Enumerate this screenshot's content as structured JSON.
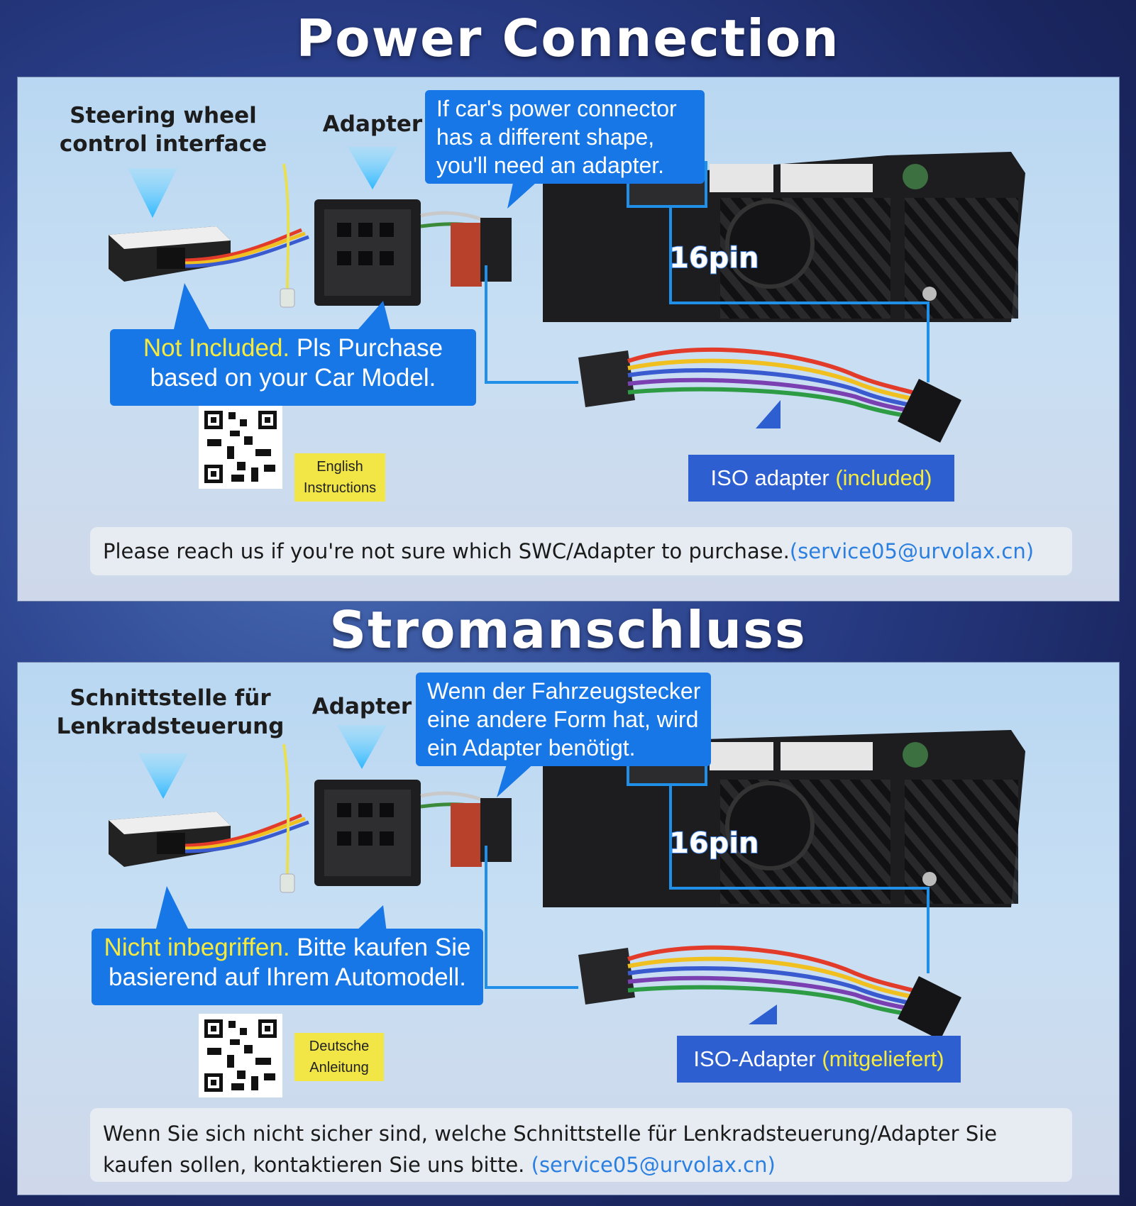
{
  "sections": [
    {
      "title": "Power Connection",
      "swc_label": [
        "Steering wheel",
        "control interface"
      ],
      "adapter_label": "Adapter",
      "adapter_note": [
        "If car's power connector",
        "has a different shape,",
        "you'll need an adapter."
      ],
      "pin_label": "16pin",
      "not_included_highlight": "Not Included.",
      "not_included_rest": " Pls Purchase",
      "not_included_line2": "based on your Car Model.",
      "iso_label": "ISO adapter ",
      "iso_included": "(included)",
      "instructions": [
        "English",
        "Instructions"
      ],
      "contact_text": "Please reach us if you're not sure which SWC/Adapter to purchase.",
      "contact_email": "(service05@urvolax.cn)"
    },
    {
      "title": "Stromanschluss",
      "swc_label": [
        "Schnittstelle für",
        "Lenkradsteuerung"
      ],
      "adapter_label": "Adapter",
      "adapter_note": [
        "Wenn der Fahrzeugstecker",
        "eine andere Form hat, wird",
        "ein Adapter benötigt."
      ],
      "pin_label": "16pin",
      "not_included_highlight": "Nicht inbegriffen.",
      "not_included_rest": " Bitte kaufen Sie",
      "not_included_line2": "basierend auf Ihrem Automodell.",
      "iso_label": "ISO-Adapter ",
      "iso_included": "(mitgeliefert)",
      "instructions": [
        "Deutsche",
        "Anleitung"
      ],
      "contact_text": "Wenn Sie sich nicht sicher sind, welche Schnittstelle für Lenkradsteuerung/Adapter Sie kaufen sollen, kontaktieren Sie uns bitte. ",
      "contact_email": "(service05@urvolax.cn)"
    }
  ],
  "colors": {
    "bubble_blue": "#1877e6",
    "iso_blue": "#2d5fd1",
    "highlight_yellow": "#f6ea3e",
    "email_blue": "#2a7fe0",
    "line_blue": "#1f8fe8"
  },
  "icons": [
    "down-arrow-icon",
    "qr-code-icon",
    "car-stereo-back-icon",
    "swc-box-icon",
    "quadlock-adapter-icon",
    "iso-harness-icon"
  ]
}
